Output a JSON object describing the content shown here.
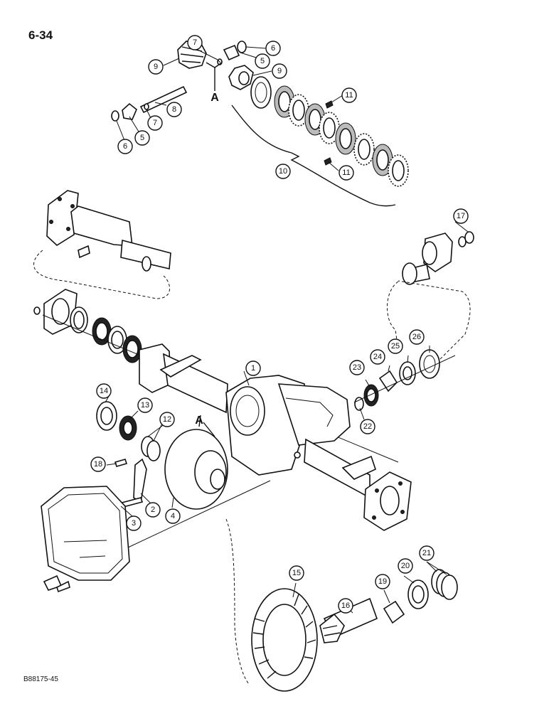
{
  "page": {
    "number": "6-34",
    "reference_code": "B88175-45"
  },
  "detail_letter": "A",
  "callouts": [
    "1",
    "2",
    "3",
    "4",
    "5",
    "5",
    "6",
    "6",
    "7",
    "7",
    "8",
    "9",
    "9",
    "10",
    "11",
    "11",
    "12",
    "13",
    "14",
    "15",
    "16",
    "17",
    "18",
    "19",
    "20",
    "21",
    "22",
    "23",
    "24",
    "25",
    "26"
  ]
}
